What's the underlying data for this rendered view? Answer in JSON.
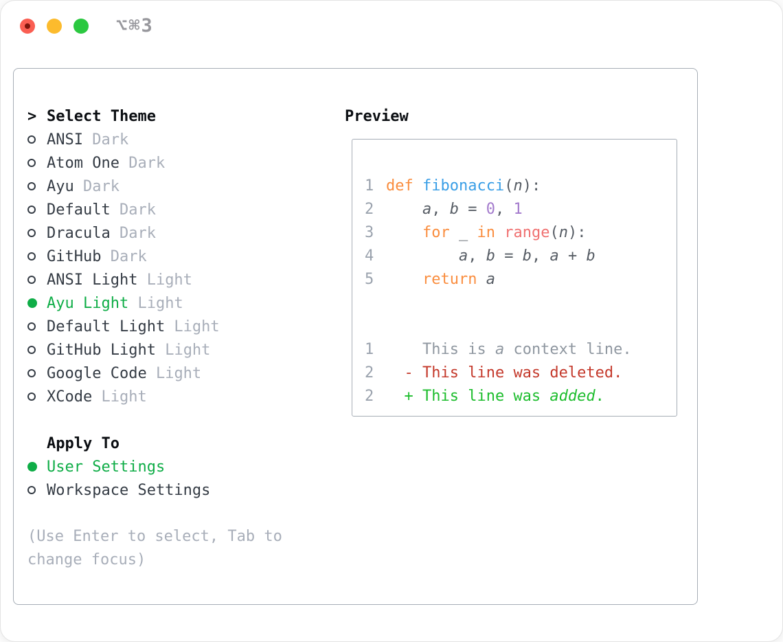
{
  "colors": {
    "light-red": "#fa5e52",
    "light-red-dot": "#7e150c",
    "light-yellow": "#fcbb2d",
    "light-green": "#2bc840",
    "titlebar-text": "#97979c",
    "panel-border": "#a6adb6",
    "heading": "#0b0e12",
    "text-dark": "#343b44",
    "text-muted": "#a8aeb9",
    "accent-green": "#0fad47",
    "lineno": "#9aa2ad",
    "code-fg": "#565c64",
    "keyword": "#fa8d3e",
    "entity": "#399ee6",
    "number": "#a37acc",
    "special": "#f07171",
    "diff-context": "#8f97a0",
    "diff-removed": "#c4392b",
    "diff-added": "#1dbd2d"
  },
  "window": {
    "title_shortcut": "⌥⌘3"
  },
  "theme_panel": {
    "header": {
      "prompt": ">",
      "label": "Select Theme"
    },
    "items": [
      {
        "name": "ANSI",
        "variant": "Dark",
        "selected": false
      },
      {
        "name": "Atom One",
        "variant": "Dark",
        "selected": false
      },
      {
        "name": "Ayu",
        "variant": "Dark",
        "selected": false
      },
      {
        "name": "Default",
        "variant": "Dark",
        "selected": false
      },
      {
        "name": "Dracula",
        "variant": "Dark",
        "selected": false
      },
      {
        "name": "GitHub",
        "variant": "Dark",
        "selected": false
      },
      {
        "name": "ANSI Light",
        "variant": "Light",
        "selected": false
      },
      {
        "name": "Ayu Light",
        "variant": "Light",
        "selected": true
      },
      {
        "name": "Default Light",
        "variant": "Light",
        "selected": false
      },
      {
        "name": "GitHub Light",
        "variant": "Light",
        "selected": false
      },
      {
        "name": "Google Code",
        "variant": "Light",
        "selected": false
      },
      {
        "name": "XCode",
        "variant": "Light",
        "selected": false
      }
    ],
    "apply_to": {
      "label": "Apply To",
      "options": [
        {
          "label": "User Settings",
          "selected": true
        },
        {
          "label": "Workspace Settings",
          "selected": false
        }
      ]
    },
    "hint_lines": [
      "(Use Enter to select, Tab to",
      "change focus)"
    ]
  },
  "preview": {
    "label": "Preview",
    "lines": [
      {
        "name": "code-line-1",
        "num": "1",
        "tokens": [
          {
            "t": "def ",
            "c": "keyword"
          },
          {
            "t": "fibonacci",
            "c": "entity"
          },
          {
            "t": "(",
            "c": "fg"
          },
          {
            "t": "n",
            "c": "fg",
            "i": true
          },
          {
            "t": "):",
            "c": "fg"
          }
        ]
      },
      {
        "name": "code-line-2",
        "num": "2",
        "tokens": [
          {
            "t": "    ",
            "c": "fg"
          },
          {
            "t": "a",
            "c": "fg",
            "i": true
          },
          {
            "t": ", ",
            "c": "fg"
          },
          {
            "t": "b",
            "c": "fg",
            "i": true
          },
          {
            "t": " = ",
            "c": "fg"
          },
          {
            "t": "0",
            "c": "number"
          },
          {
            "t": ", ",
            "c": "fg"
          },
          {
            "t": "1",
            "c": "number"
          }
        ]
      },
      {
        "name": "code-line-3",
        "num": "3",
        "tokens": [
          {
            "t": "    ",
            "c": "fg"
          },
          {
            "t": "for",
            "c": "keyword"
          },
          {
            "t": " _ ",
            "c": "fg"
          },
          {
            "t": "in",
            "c": "keyword"
          },
          {
            "t": " ",
            "c": "fg"
          },
          {
            "t": "range",
            "c": "special"
          },
          {
            "t": "(",
            "c": "fg"
          },
          {
            "t": "n",
            "c": "fg",
            "i": true
          },
          {
            "t": "):",
            "c": "fg"
          }
        ]
      },
      {
        "name": "code-line-4",
        "num": "4",
        "tokens": [
          {
            "t": "        ",
            "c": "fg"
          },
          {
            "t": "a",
            "c": "fg",
            "i": true
          },
          {
            "t": ", ",
            "c": "fg"
          },
          {
            "t": "b",
            "c": "fg",
            "i": true
          },
          {
            "t": " = ",
            "c": "fg"
          },
          {
            "t": "b",
            "c": "fg",
            "i": true
          },
          {
            "t": ", ",
            "c": "fg"
          },
          {
            "t": "a",
            "c": "fg",
            "i": true
          },
          {
            "t": " + ",
            "c": "fg"
          },
          {
            "t": "b",
            "c": "fg",
            "i": true
          }
        ]
      },
      {
        "name": "code-line-5",
        "num": "5",
        "tokens": [
          {
            "t": "    ",
            "c": "fg"
          },
          {
            "t": "return",
            "c": "keyword"
          },
          {
            "t": " ",
            "c": "fg"
          },
          {
            "t": "a",
            "c": "fg",
            "i": true
          }
        ]
      },
      {
        "name": "blank-line",
        "blank": true
      },
      {
        "name": "blank-line",
        "blank": true
      },
      {
        "name": "diff-context-line",
        "num": "1",
        "tokens": [
          {
            "t": "    This is ",
            "c": "context"
          },
          {
            "t": "a",
            "c": "context",
            "i": true
          },
          {
            "t": " context line.",
            "c": "context"
          }
        ]
      },
      {
        "name": "diff-deleted-line",
        "num": "2",
        "tokens": [
          {
            "t": "  - This line ",
            "c": "removed"
          },
          {
            "t": "was",
            "c": "removed"
          },
          {
            "t": " deleted.",
            "c": "removed"
          }
        ]
      },
      {
        "name": "diff-added-line",
        "num": "2",
        "tokens": [
          {
            "t": "  + This line was ",
            "c": "added"
          },
          {
            "t": "added",
            "c": "added",
            "i": true
          },
          {
            "t": ".",
            "c": "added"
          }
        ]
      }
    ]
  }
}
